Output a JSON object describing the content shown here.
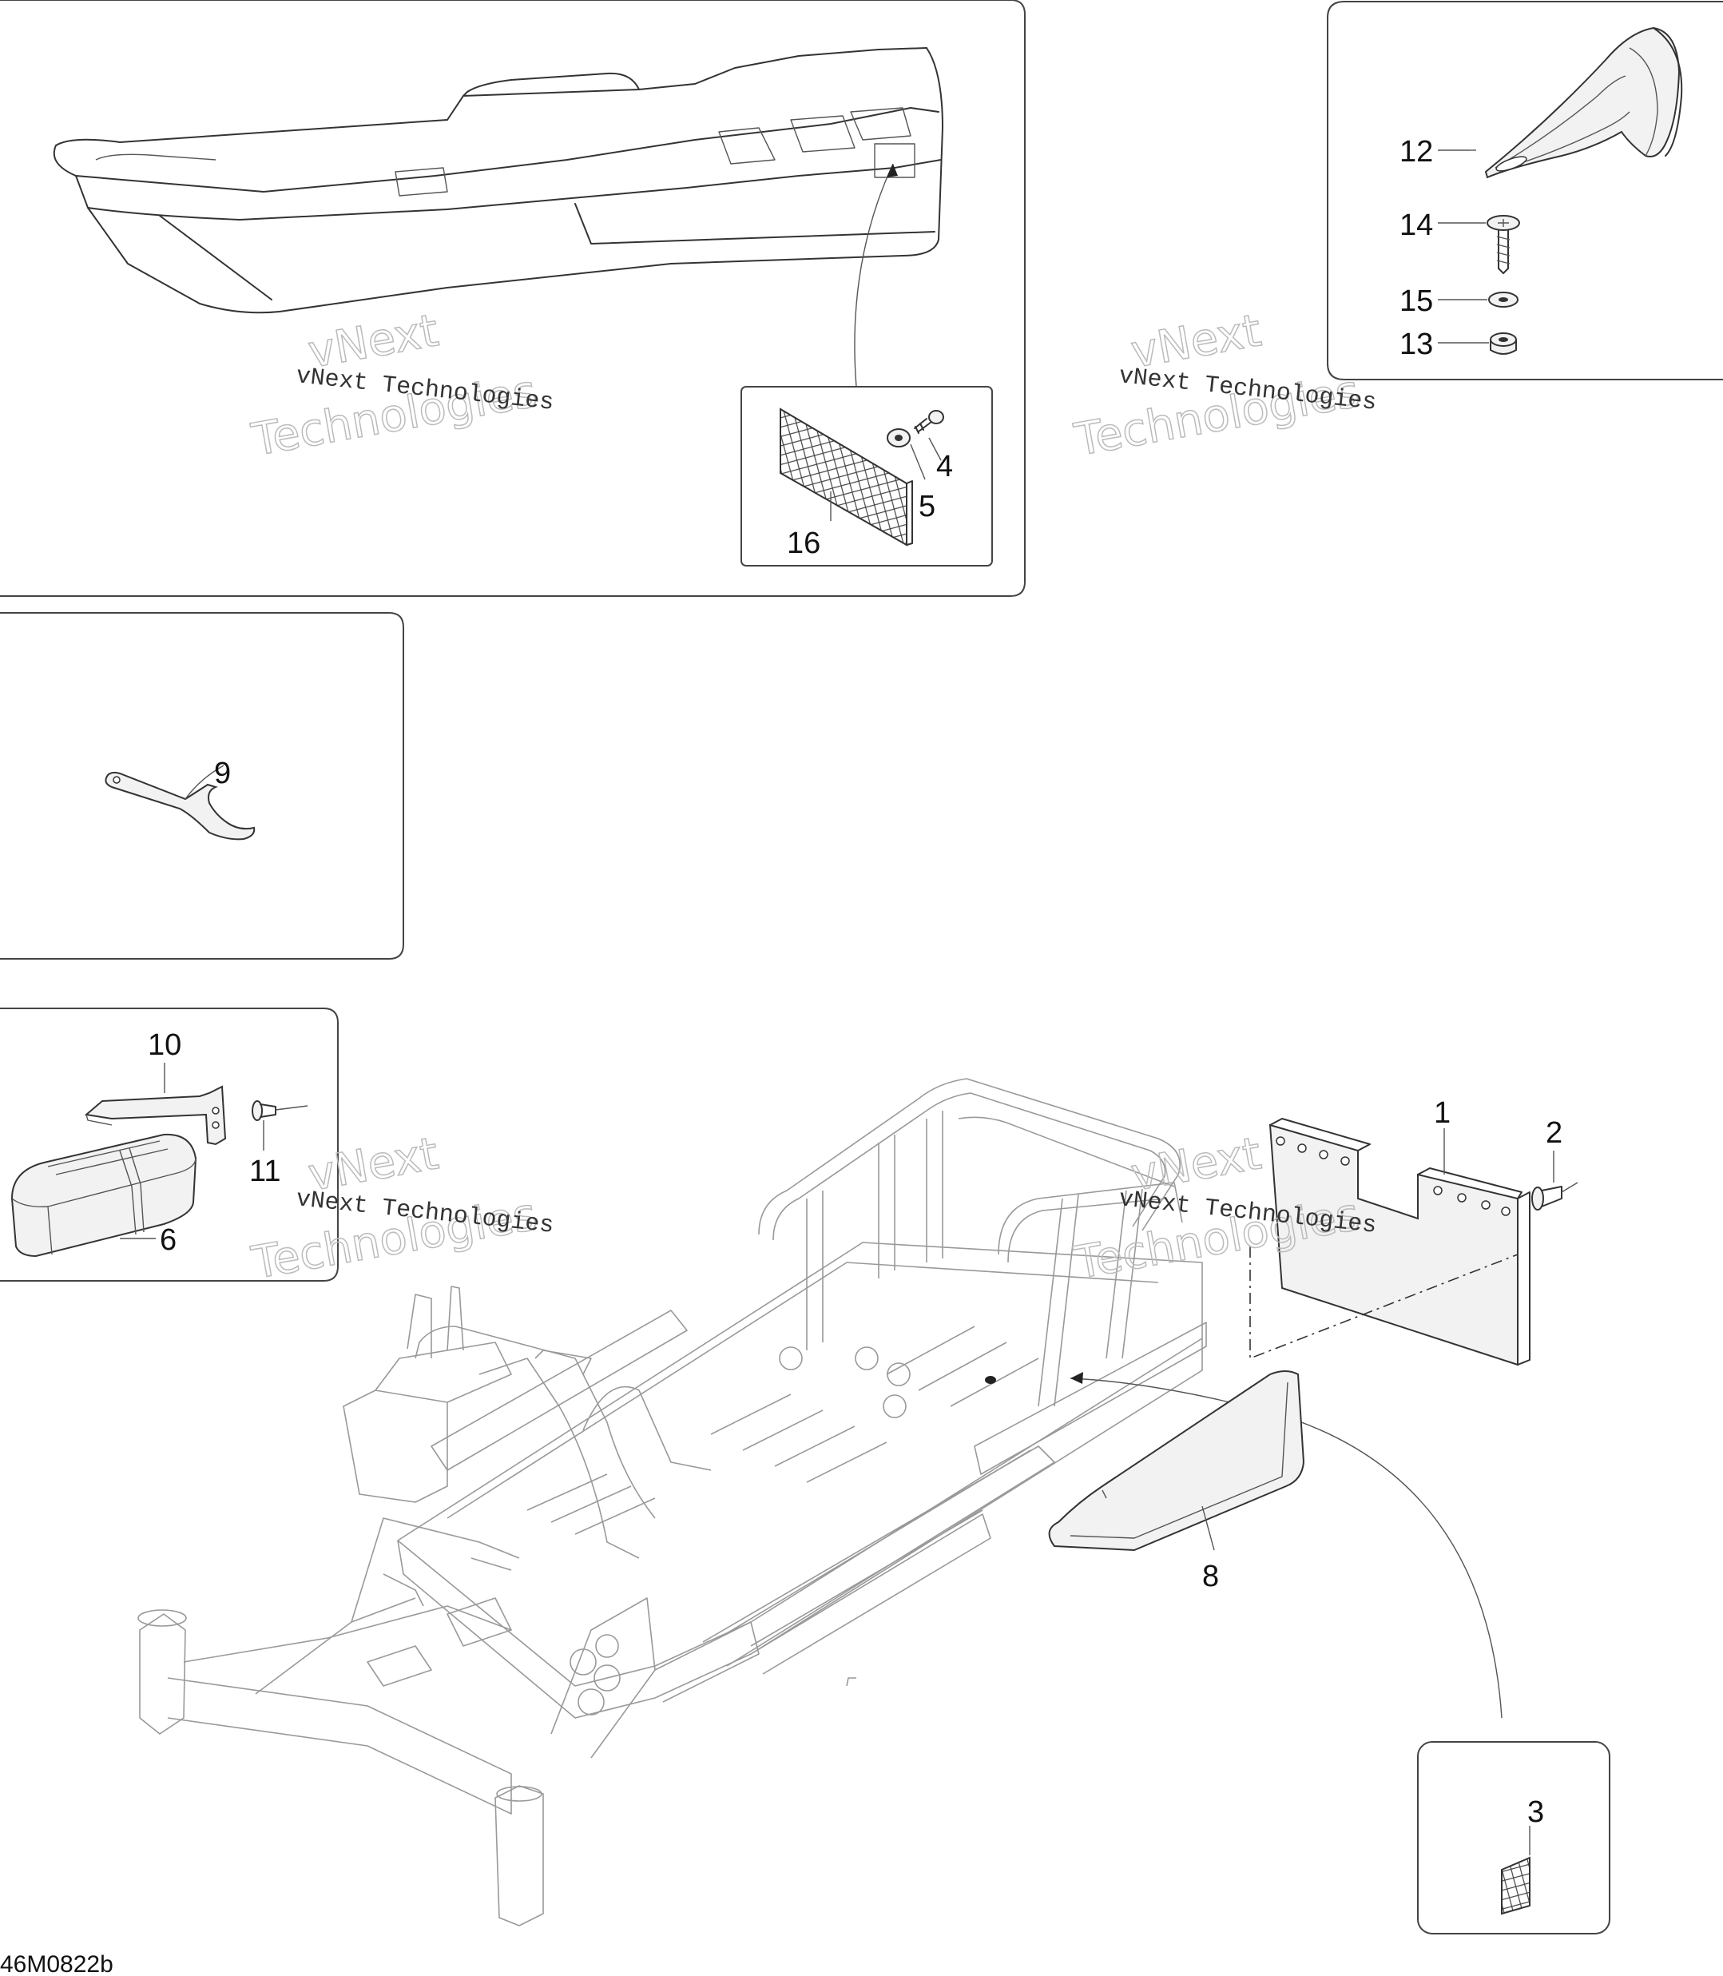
{
  "callouts": [
    "1",
    "2",
    "3",
    "4",
    "5",
    "6",
    "8",
    "9",
    "10",
    "11",
    "12",
    "13",
    "14",
    "15",
    "16"
  ],
  "watermark": {
    "line1": "vNext Technologies",
    "big1": "vNext",
    "big2": "Technologies"
  },
  "diagram_code": "46M0822b"
}
